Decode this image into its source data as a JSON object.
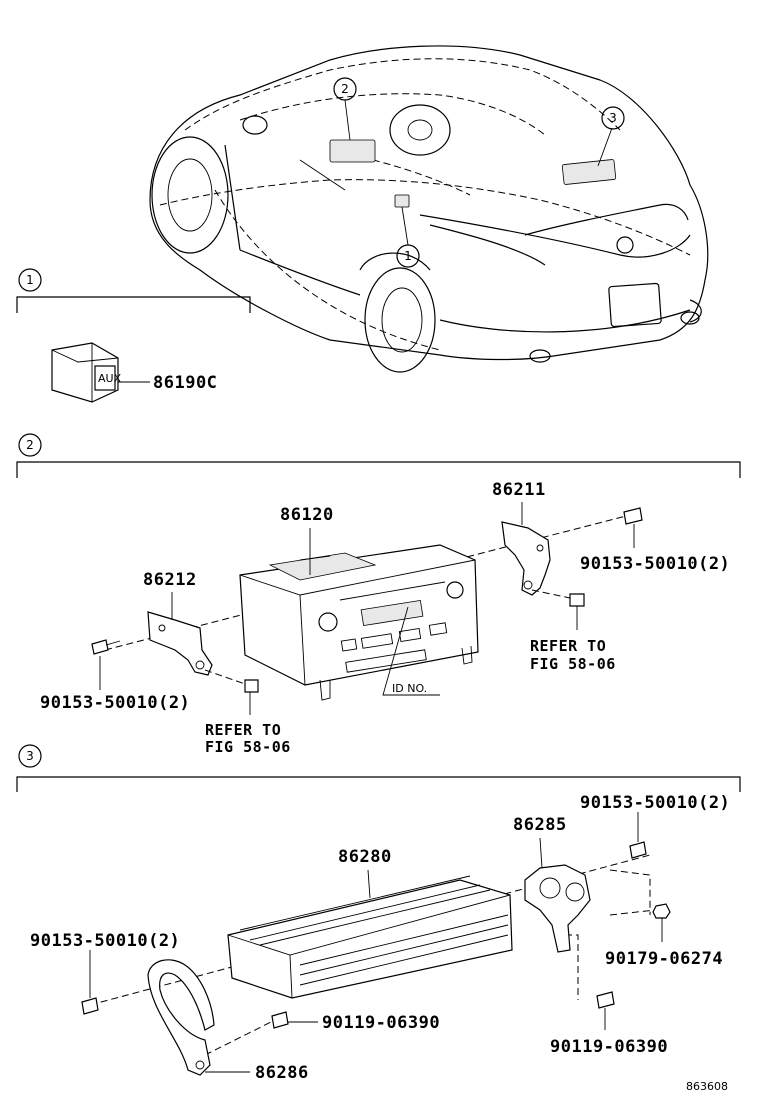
{
  "sections": [
    {
      "number": "1"
    },
    {
      "number": "2"
    },
    {
      "number": "3"
    }
  ],
  "callouts": [
    {
      "number": "2"
    },
    {
      "number": "3"
    },
    {
      "number": "1"
    }
  ],
  "parts": {
    "p86190C": "86190C",
    "p86120": "86120",
    "p86211": "86211",
    "p86212": "86212",
    "bolt_2a": "90153-50010(2)",
    "bolt_2b": "90153-50010(2)",
    "p86280": "86280",
    "p86285": "86285",
    "p86286": "86286",
    "bolt_3a": "90153-50010(2)",
    "bolt_3b": "90153-50010(2)",
    "p90179": "90179-06274",
    "p90119a": "90119-06390",
    "p90119b": "90119-06390"
  },
  "refer_notes": [
    {
      "line1": "REFER TO",
      "line2": "FIG 58-06"
    },
    {
      "line1": "REFER TO",
      "line2": "FIG 58-06"
    }
  ],
  "labels": {
    "id_no": "ID NO.",
    "aux": "AUX"
  },
  "figure_code": "863608"
}
